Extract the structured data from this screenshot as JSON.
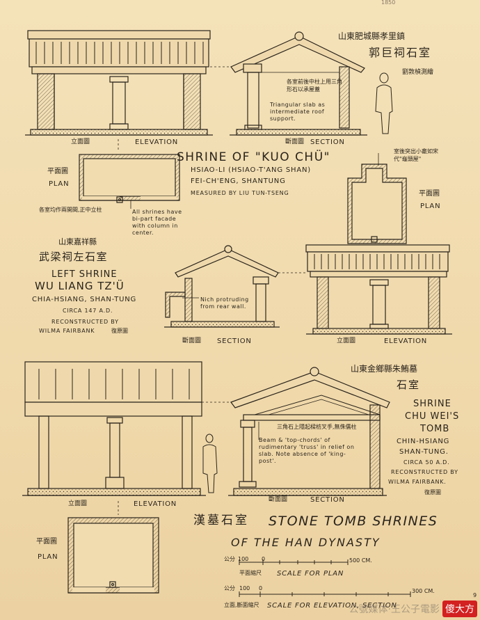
{
  "stamp": "1850",
  "page_number": "9",
  "kuo_chu": {
    "cn_location": "山東肥城縣孝里鎮",
    "cn_name": "郭巨祠石室",
    "cn_measured": "劉敦楨測繪",
    "title": "SHRINE OF \"KUO CHÜ\"",
    "loc1": "HSIAO-LI (HSIAO-T'ANG SHAN)",
    "loc2": "FEI-CH'ENG, SHANTUNG",
    "measured": "MEASURED BY LIU TUN-TSENG",
    "elev_cn": "立面圖",
    "elev_en": "ELEVATION",
    "sect_cn": "斷面圖",
    "sect_en": "SECTION",
    "plan_cn": "平面圖",
    "plan_en": "PLAN",
    "note_slab_cn": "各室前後中柱上用三角形石以承屋蓋",
    "note_slab_en": "Triangular slab as intermediate roof support.",
    "note_plan_cn": "各室均作兩開間,正中立柱",
    "note_plan_en": "All shrines have bi-part facade with column in center."
  },
  "wu_liang": {
    "cn_location": "山東嘉祥縣",
    "cn_name": "武梁祠左石室",
    "title1": "LEFT SHRINE",
    "title2": "WU LIANG TZ'Ü",
    "loc": "CHIA-HSIANG, SHAN-TUNG",
    "date": "CIRCA 147 A.D.",
    "recon": "RECONSTRUCTED BY",
    "author": "WILMA FAIRBANK",
    "author_cn": "復原圖",
    "note_niche_cn": "室後突出小龕如宋代\"龜頭屋\"",
    "note_niche_en": "Nich protruding from rear wall.",
    "plan_cn": "平面圖",
    "plan_en": "PLAN",
    "sect_cn": "斷面圖",
    "sect_en": "SECTION",
    "elev_cn": "立面圖",
    "elev_en": "ELEVATION"
  },
  "chu_wei": {
    "cn_location": "山東金鄉縣朱鮪墓",
    "cn_name": "石室",
    "title1": "SHRINE",
    "title2": "CHU WEI'S",
    "title3": "TOMB",
    "loc1": "CHIN-HSIANG",
    "loc2": "SHAN-TUNG.",
    "date": "CIRCA 50 A.D.",
    "recon": "RECONSTRUCTED BY",
    "author": "WILMA FAIRBANK.",
    "author_cn": "復原圖",
    "note_truss_cn": "三角石上隱起樑枋叉手,無侏儒柱",
    "note_truss_en": "Beam & 'top-chords' of rudimentary 'truss' in relief on slab. Note absence of 'king-post'.",
    "elev_cn": "立面圖",
    "elev_en": "ELEVATION",
    "sect_cn": "斷面圖",
    "sect_en": "SECTION",
    "plan_cn": "平面圖",
    "plan_en": "PLAN"
  },
  "main_title": {
    "cn": "漢墓石室",
    "en1": "STONE TOMB SHRINES",
    "en2": "OF THE HAN DYNASTY"
  },
  "scale_plan": {
    "unit_cn": "公分",
    "left": "100",
    "zero": "0",
    "right": "500 CM.",
    "cn": "平面縮尺",
    "en": "SCALE FOR PLAN"
  },
  "scale_section": {
    "unit_cn": "公分",
    "left": "100",
    "zero": "0",
    "right": "300 CM.",
    "cn": "立面,斷面縮尺",
    "en": "SCALE FOR ELEVATION, SECTION"
  },
  "watermark": {
    "logo": "傻大方",
    "text": "公號媒体·王公子電影"
  },
  "colors": {
    "paper": "#f1dcb0",
    "ink": "#2a241c",
    "stone_fill": "#efd9ac"
  }
}
